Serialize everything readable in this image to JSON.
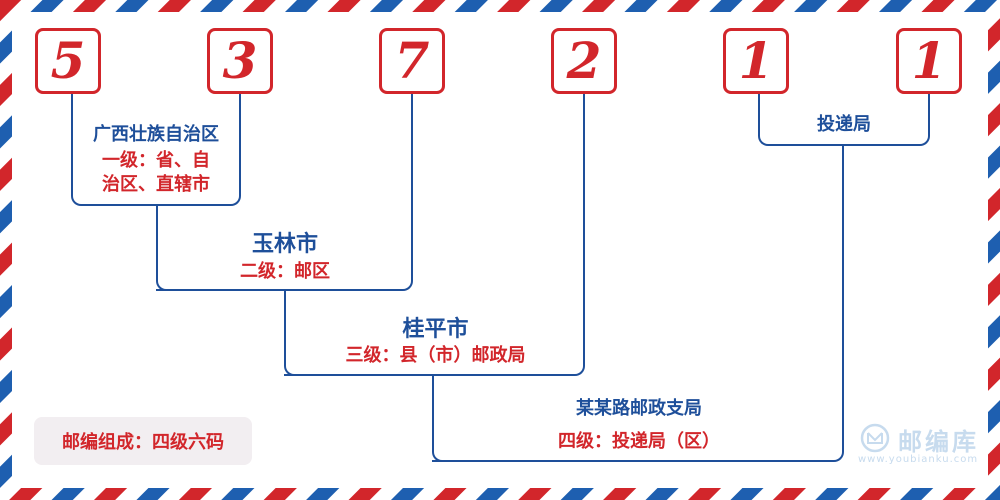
{
  "postcode": {
    "digits": [
      "5",
      "3",
      "7",
      "2",
      "1",
      "1"
    ]
  },
  "levels": {
    "province": {
      "name": "广西壮族自治区",
      "desc_line1": "一级：省、自",
      "desc_line2": "治区、直辖市"
    },
    "city": {
      "name": "玉林市",
      "desc": "二级：邮区"
    },
    "county": {
      "name": "桂平市",
      "desc": "三级：县（市）邮政局"
    },
    "branch": {
      "name": "某某路邮政支局",
      "desc": "四级：投递局（区）"
    },
    "delivery": {
      "name": "投递局"
    }
  },
  "badge": {
    "text": "邮编组成：四级六码"
  },
  "watermark": {
    "title": "邮编库",
    "url": "www.youbianku.com"
  },
  "colors": {
    "red": "#d2262b",
    "blue": "#1e4f9a",
    "watermark": "#c7dbee"
  }
}
